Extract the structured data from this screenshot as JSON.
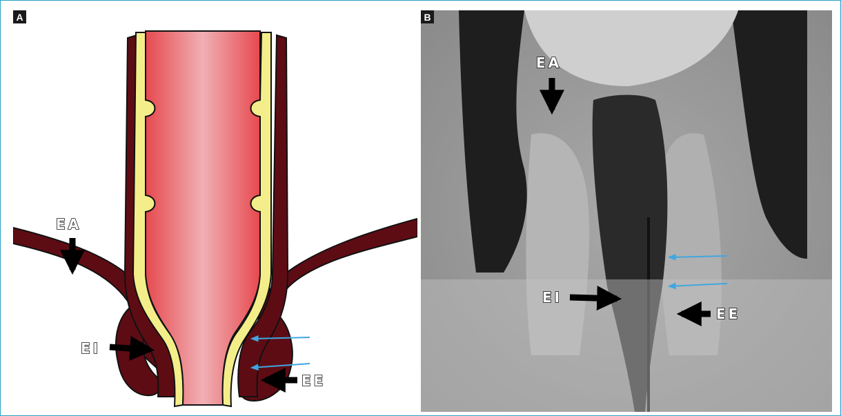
{
  "panels": {
    "a": {
      "badge": "A",
      "labels": {
        "ea": "EA",
        "ei": "EI",
        "ee": "EE"
      }
    },
    "b": {
      "badge": "B",
      "labels": {
        "ea": "EA",
        "ei": "EI",
        "ee": "EE"
      }
    }
  },
  "colors": {
    "border": "#2aa3c7",
    "muscle": "#5e0c14",
    "lumen_edge": "#e6494f",
    "lumen_center": "#f0b0b4",
    "mucosa_yellow": "#f3ee8a",
    "blue_arrow": "#3fa6e0",
    "black_arrow": "#000000"
  }
}
